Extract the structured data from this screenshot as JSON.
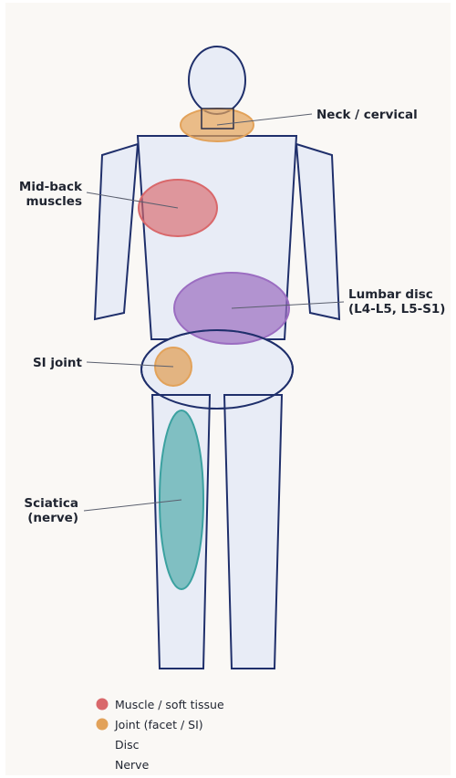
{
  "colors": {
    "body_fill": "#e8ecf6",
    "body_stroke": "#1f2f6b",
    "muscle": "#d9686b",
    "joint": "#e2a25a",
    "disc": "#9b6dc1",
    "nerve": "#3ba1a0",
    "leader_line": "#5a5f6e"
  },
  "labels": {
    "neck": "Neck / cervical",
    "midback_line1": "Mid-back",
    "midback_line2": "muscles",
    "lumbar_line1": "Lumbar disc",
    "lumbar_line2": "(L4-L5, L5-S1)",
    "si": "SI joint",
    "sciatica_line1": "Sciatica",
    "sciatica_line2": "(nerve)"
  },
  "legend": {
    "items": [
      {
        "label": "Muscle / soft tissue",
        "color": "#d9686b",
        "swatch": true
      },
      {
        "label": "Joint (facet / SI)",
        "color": "#e2a25a",
        "swatch": true
      },
      {
        "label": "Disc",
        "color": "#9b6dc1",
        "swatch": false
      },
      {
        "label": "Nerve",
        "color": "#3ba1a0",
        "swatch": false
      }
    ]
  }
}
